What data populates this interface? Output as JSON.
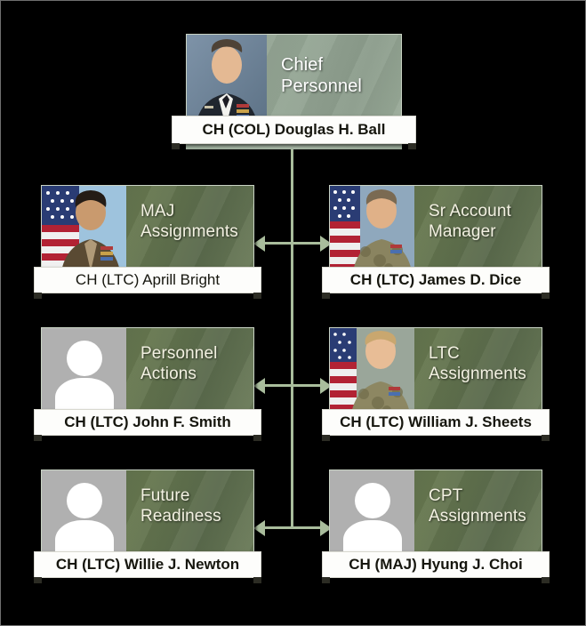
{
  "background_color": "#000000",
  "accent_color": "#a9bd9c",
  "card_green": "#5c6d4e",
  "root_green": "#8d9e8d",
  "title_text_color": "#f3f1e2",
  "name_text_color": "#16160e",
  "org": {
    "root": {
      "title": "Chief Personnel",
      "title_line1": "Chief",
      "title_line2": "Personnel",
      "name": "CH (COL) Douglas H. Ball",
      "photo": "portrait-photo-douglas-ball",
      "name_bold": true
    },
    "children": [
      {
        "title_line1": "MAJ",
        "title_line2": "Assignments",
        "name": "CH (LTC) Aprill Bright",
        "photo": "portrait-photo-aprill-bright",
        "name_bold": false,
        "side": "left",
        "row": 1
      },
      {
        "title_line1": "Sr Account",
        "title_line2": "Manager",
        "name": "CH (LTC) James D. Dice",
        "photo": "portrait-photo-james-dice",
        "name_bold": true,
        "side": "right",
        "row": 1
      },
      {
        "title_line1": "Personnel",
        "title_line2": "Actions",
        "name": "CH (LTC) John F. Smith",
        "photo": "avatar-placeholder-icon",
        "name_bold": true,
        "side": "left",
        "row": 2
      },
      {
        "title_line1": "LTC",
        "title_line2": "Assignments",
        "name": "CH (LTC) William J. Sheets",
        "photo": "portrait-photo-william-sheets",
        "name_bold": true,
        "side": "right",
        "row": 2
      },
      {
        "title_line1": "Future",
        "title_line2": "Readiness",
        "name": "CH (LTC) Willie J. Newton",
        "photo": "avatar-placeholder-icon",
        "name_bold": true,
        "side": "left",
        "row": 3
      },
      {
        "title_line1": "CPT",
        "title_line2": "Assignments",
        "name": "CH (MAJ) Hyung J. Choi",
        "photo": "avatar-placeholder-icon",
        "name_bold": true,
        "side": "right",
        "row": 3
      }
    ]
  }
}
